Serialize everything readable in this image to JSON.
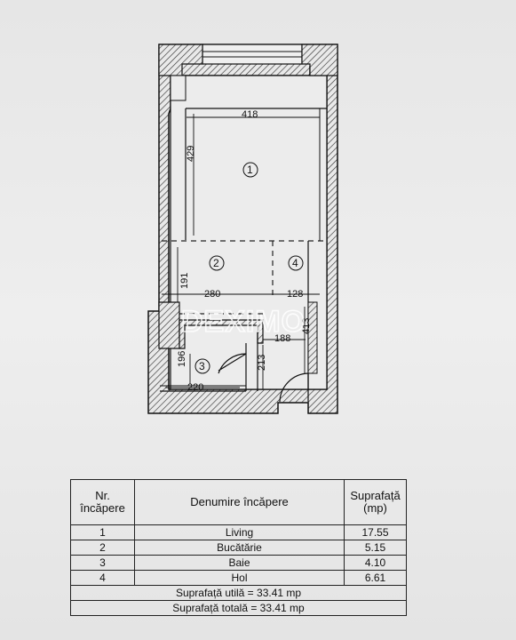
{
  "watermark": "DEXIMO",
  "plan": {
    "dimensions": [
      "418",
      "429",
      "191",
      "280",
      "128",
      "413",
      "188",
      "196",
      "213",
      "220"
    ],
    "room_markers": [
      "1",
      "2",
      "3",
      "4"
    ]
  },
  "table": {
    "headers": {
      "nr": [
        "Nr.",
        "încăpere"
      ],
      "name": "Denumire încăpere",
      "area": [
        "Suprafață",
        "(mp)"
      ]
    },
    "rows": [
      {
        "nr": "1",
        "name": "Living",
        "area": "17.55"
      },
      {
        "nr": "2",
        "name": "Bucătărie",
        "area": "5.15"
      },
      {
        "nr": "3",
        "name": "Baie",
        "area": "4.10"
      },
      {
        "nr": "4",
        "name": "Hol",
        "area": "6.61"
      }
    ],
    "usable": "Suprafață utilă = 33.41 mp",
    "total": "Suprafață totală = 33.41 mp"
  }
}
